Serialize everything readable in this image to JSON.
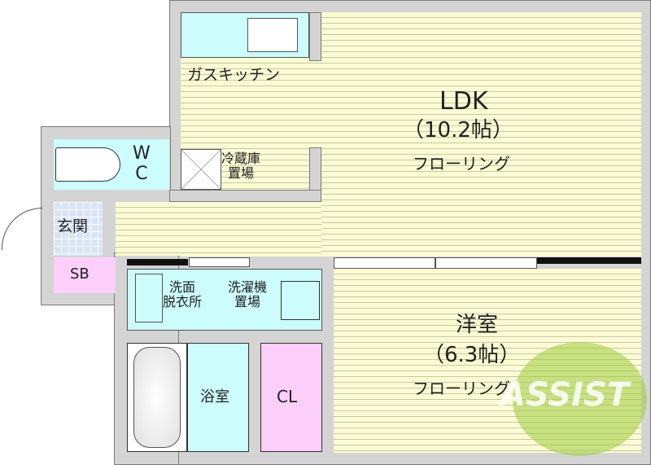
{
  "rooms": {
    "ldk": {
      "name": "LDK",
      "size": "（10.2帖）",
      "floor": "フローリング"
    },
    "western": {
      "name": "洋室",
      "size": "（6.3帖）",
      "floor": "フローリング"
    },
    "kitchen": {
      "label": "ガスキッチン"
    },
    "fridge": {
      "line1": "冷蔵庫",
      "line2": "置場"
    },
    "wc": {
      "line1": "W",
      "line2": "C"
    },
    "entrance": {
      "label": "玄関"
    },
    "shoebox": {
      "label": "SB"
    },
    "washroom": {
      "line1": "洗面",
      "line2": "脱衣所"
    },
    "washer": {
      "line1": "洗濯機",
      "line2": "置場"
    },
    "bath": {
      "label": "浴室"
    },
    "closet": {
      "label": "CL"
    }
  },
  "watermark": {
    "text": "ASSIST",
    "color": "#9ccc3c",
    "accent": "#e05050"
  },
  "colors": {
    "floor": "#fbfbd4",
    "wet_area": "#ccfcfc",
    "storage": "#fccffa",
    "wall": "#d4d4d4"
  }
}
